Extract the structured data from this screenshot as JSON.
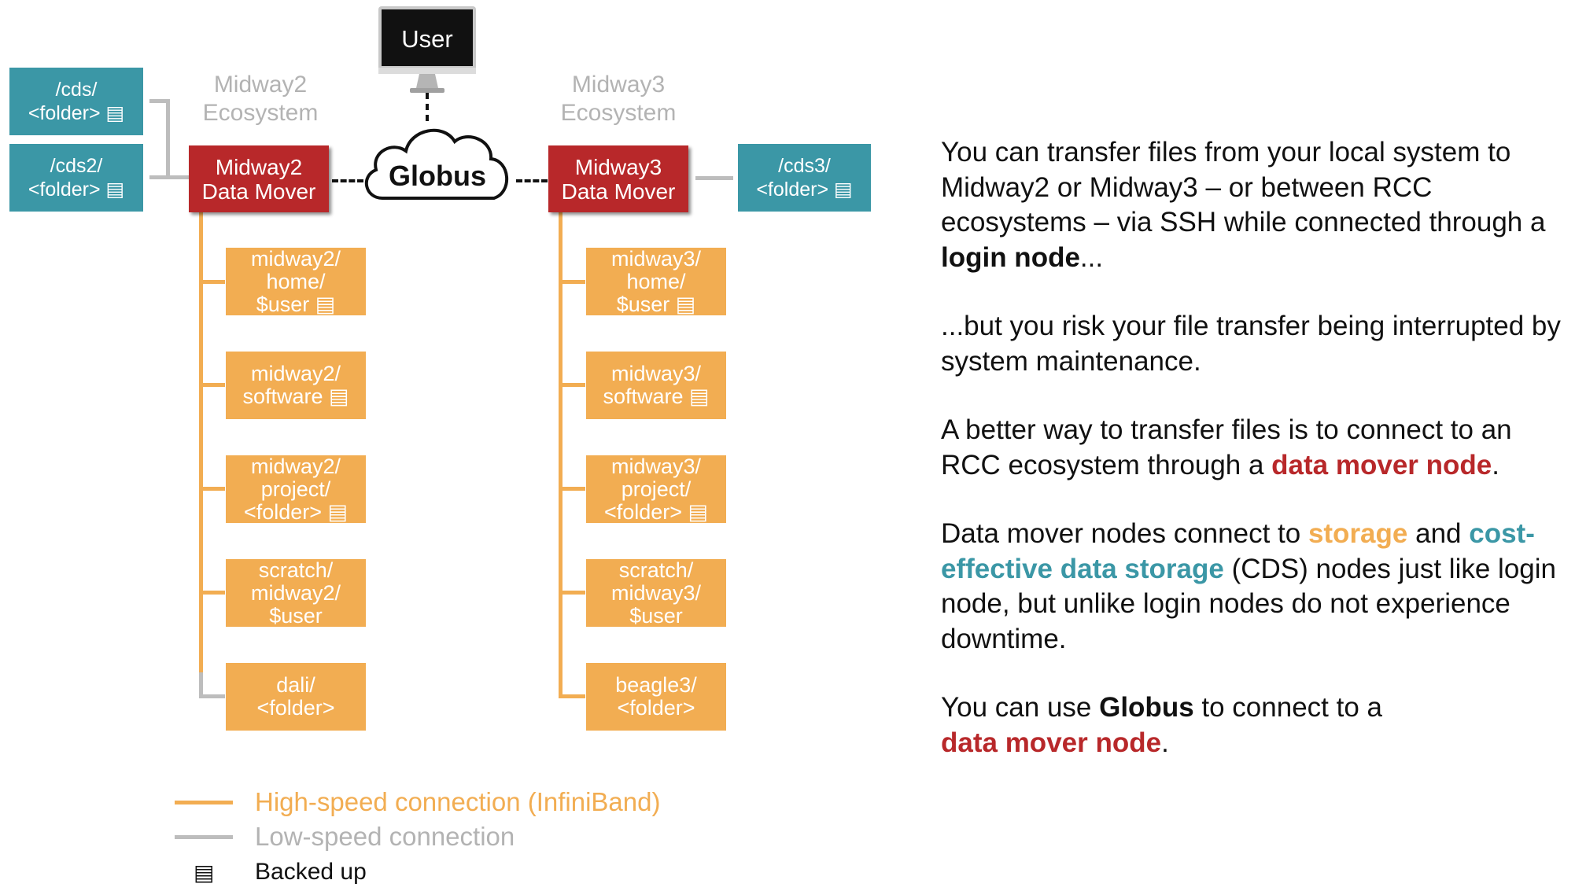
{
  "user": {
    "label": "User"
  },
  "globus": {
    "label": "Globus"
  },
  "midway2": {
    "eco_line1": "Midway2",
    "eco_line2": "Ecosystem",
    "mover_line1": "Midway2",
    "mover_line2": "Data Mover",
    "cds": [
      {
        "line1": "/cds/",
        "line2": "<folder>",
        "backed_up": true
      },
      {
        "line1": "/cds2/",
        "line2": "<folder>",
        "backed_up": true
      }
    ],
    "storage": [
      {
        "lines": [
          "midway2/",
          "home/",
          "$user"
        ],
        "backed_up": true
      },
      {
        "lines": [
          "midway2/",
          "software"
        ],
        "backed_up": true
      },
      {
        "lines": [
          "midway2/",
          "project/",
          "<folder>"
        ],
        "backed_up": true
      },
      {
        "lines": [
          "scratch/",
          "midway2/",
          "$user"
        ],
        "backed_up": false
      },
      {
        "lines": [
          "dali/",
          "<folder>"
        ],
        "backed_up": false
      }
    ]
  },
  "midway3": {
    "eco_line1": "Midway3",
    "eco_line2": "Ecosystem",
    "mover_line1": "Midway3",
    "mover_line2": "Data Mover",
    "cds": [
      {
        "line1": "/cds3/",
        "line2": "<folder>",
        "backed_up": true
      }
    ],
    "storage": [
      {
        "lines": [
          "midway3/",
          "home/",
          "$user"
        ],
        "backed_up": true
      },
      {
        "lines": [
          "midway3/",
          "software"
        ],
        "backed_up": true
      },
      {
        "lines": [
          "midway3/",
          "project/",
          "<folder>"
        ],
        "backed_up": true
      },
      {
        "lines": [
          "scratch/",
          "midway3/",
          "$user"
        ],
        "backed_up": false
      },
      {
        "lines": [
          "beagle3/",
          "<folder>"
        ],
        "backed_up": false
      }
    ]
  },
  "legend": {
    "high_speed": "High-speed connection (InfiniBand)",
    "low_speed": "Low-speed connection",
    "backed_up": "Backed up",
    "backed_up_icon": "backed-up-icon",
    "high_speed_color": "#f2ad52",
    "low_speed_color": "#bdbdbd"
  },
  "colors": {
    "cds": "#3b97a6",
    "storage": "#f2ad52",
    "mover": "#b8282a"
  },
  "explanation": {
    "p1_a": "You can transfer files from your local system to Midway2 or Midway3 – or between RCC ecosystems – via SSH while connected through a ",
    "p1_b": "login node",
    "p1_c": "...",
    "p2": "...but you risk your file transfer being interrupted by system maintenance.",
    "p3_a": "A better way to transfer files is to connect to an RCC ecosystem through a ",
    "p3_b": "data mover node",
    "p3_c": ".",
    "p4_a": "Data mover nodes connect to ",
    "p4_b": "storage",
    "p4_c": " and ",
    "p4_d": "cost-effective data storage",
    "p4_e": " (CDS) nodes just like login node, but unlike login nodes do not experience downtime.",
    "p5_a": "You can use ",
    "p5_b": "Globus",
    "p5_c": " to connect to a ",
    "p5_d": "data mover node",
    "p5_e": "."
  }
}
